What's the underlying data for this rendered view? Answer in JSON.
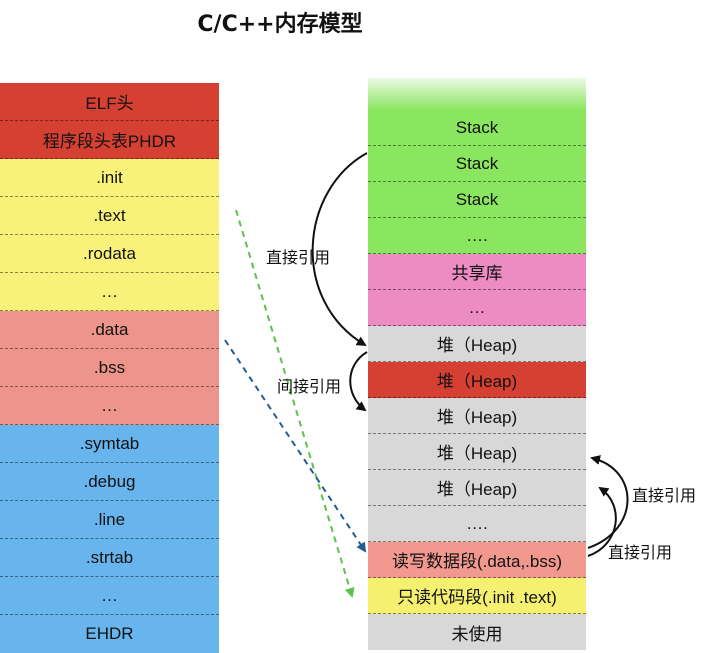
{
  "title": "C/C++内存模型",
  "left_column": [
    {
      "label": "ELF头",
      "color": "#d64032"
    },
    {
      "label": "程序段头表PHDR",
      "color": "#d64032"
    },
    {
      "label": ".init",
      "color": "#f8f27a"
    },
    {
      "label": ".text",
      "color": "#f8f27a"
    },
    {
      "label": ".rodata",
      "color": "#f8f27a"
    },
    {
      "label": "…",
      "color": "#f8f27a"
    },
    {
      "label": ".data",
      "color": "#ee958b"
    },
    {
      "label": ".bss",
      "color": "#ee958b"
    },
    {
      "label": "…",
      "color": "#ee958b"
    },
    {
      "label": ".symtab",
      "color": "#68b5ee"
    },
    {
      "label": ".debug",
      "color": "#68b5ee"
    },
    {
      "label": ".line",
      "color": "#68b5ee"
    },
    {
      "label": ".strtab",
      "color": "#68b5ee"
    },
    {
      "label": "…",
      "color": "#68b5ee"
    },
    {
      "label": "EHDR",
      "color": "#68b5ee"
    }
  ],
  "right_column": [
    {
      "label": "",
      "color": "#8ae65f"
    },
    {
      "label": "Stack",
      "color": "#8ae65f"
    },
    {
      "label": "Stack",
      "color": "#8ae65f"
    },
    {
      "label": "Stack",
      "color": "#8ae65f"
    },
    {
      "label": "….",
      "color": "#8ae65f"
    },
    {
      "label": "共享库",
      "color": "#ec8cc2"
    },
    {
      "label": "…",
      "color": "#ec8cc2"
    },
    {
      "label": "堆（Heap)",
      "color": "#d8d8d8"
    },
    {
      "label": "堆（Heap)",
      "color": "#d64032"
    },
    {
      "label": "堆（Heap)",
      "color": "#d8d8d8"
    },
    {
      "label": "堆（Heap)",
      "color": "#d8d8d8"
    },
    {
      "label": "堆（Heap)",
      "color": "#d8d8d8"
    },
    {
      "label": "….",
      "color": "#d8d8d8"
    },
    {
      "label": "读写数据段(.data,.bss)",
      "color": "#f1998f"
    },
    {
      "label": "只读代码段(.init .text)",
      "color": "#f6f071"
    },
    {
      "label": "未使用",
      "color": "#d8d8d8"
    }
  ],
  "labels": {
    "direct_ref_1": "直接引用",
    "indirect_ref": "间接引用",
    "direct_ref_2": "直接引用",
    "direct_ref_3": "直接引用"
  }
}
